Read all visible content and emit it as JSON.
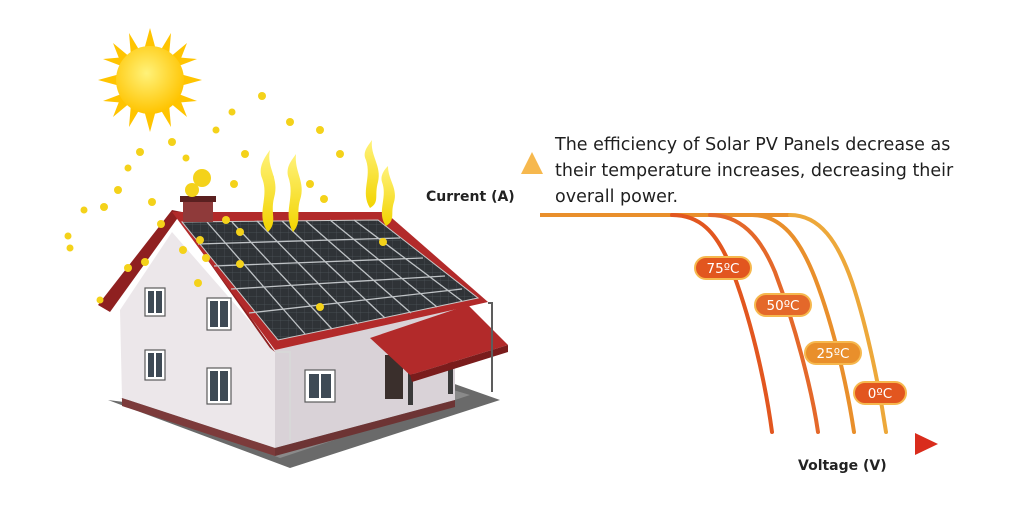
{
  "caption": {
    "lines": [
      "The efficiency  of Solar PV Panels decrease as",
      "their temperature increases, decreasing their",
      "overall power."
    ]
  },
  "axes": {
    "y_label": "Current (A)",
    "x_label": "Voltage (V)"
  },
  "curves": [
    {
      "label": "75ºC",
      "color": "#e2561f"
    },
    {
      "label": "50ºC",
      "color": "#e4682a"
    },
    {
      "label": "25ºC",
      "color": "#e98f2b"
    },
    {
      "label": "0ºC",
      "color": "#eda83a"
    }
  ],
  "colors": {
    "sun": "#ffd21f",
    "panel": "#2f3337",
    "roof": "#b22a2a",
    "wall": "#ece7ea",
    "axis_start": "#f5b245",
    "axis_end": "#d92c1c"
  }
}
